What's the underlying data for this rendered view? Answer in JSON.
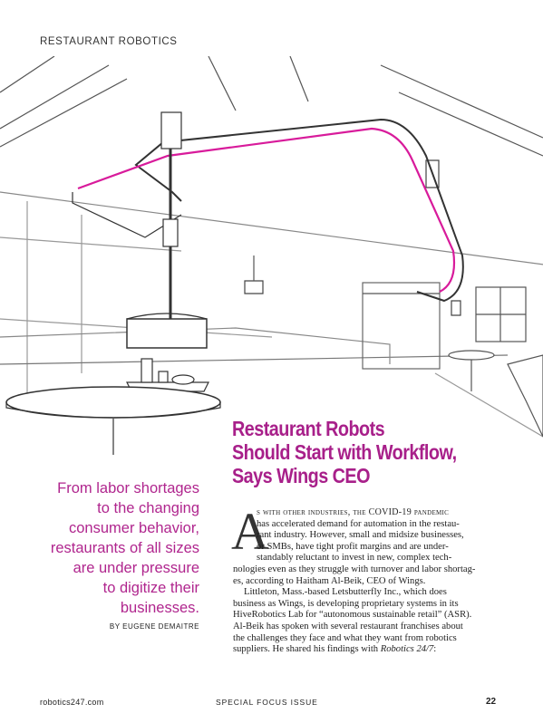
{
  "header": {
    "section": "RESTAURANT ROBOTICS"
  },
  "illustration": {
    "description_icon": "restaurant-robot-illustration-icon",
    "accent_color": "#d81b9b"
  },
  "headline": {
    "lines": [
      "Restaurant Robots",
      "Should Start with Workflow,",
      "Says Wings CEO"
    ],
    "color": "#a8208a"
  },
  "pullquote": {
    "lines": [
      "From labor shortages",
      "to the changing",
      "consumer behavior,",
      "restaurants of all sizes",
      "are under pressure",
      "to digitize their",
      "businesses."
    ]
  },
  "byline": "BY EUGENE DEMAITRE",
  "article": {
    "dropcap": "A",
    "first_para_lead": "s with other industries, the COVID-19 pandemic",
    "first_para_indented": [
      "has accelerated demand for automation in the restau-",
      "rant industry. However, small and midsize businesses,",
      "or SMBs, have tight profit margins and are under-",
      "standably reluctant to invest in new, complex tech-"
    ],
    "first_para_rest": [
      "nologies even as they struggle with turnover and labor shortag-",
      "es, according to Haitham Al-Beik, CEO of Wings."
    ],
    "second_para": [
      "Littleton, Mass.-based Letsbutterfly Inc., which does",
      "business as Wings, is developing proprietary systems in its",
      "HiveRobotics Lab for “autonomous sustainable retail” (ASR).",
      "Al-Beik has spoken with several restaurant franchises about",
      "the challenges they face and what they want from robotics"
    ],
    "last_line_prefix": "suppliers. He shared his findings with ",
    "last_line_italic": "Robotics 24/7",
    "last_line_suffix": ":"
  },
  "footer": {
    "site": "robotics247.com",
    "issue": "SPECIAL FOCUS ISSUE",
    "page": "22"
  }
}
